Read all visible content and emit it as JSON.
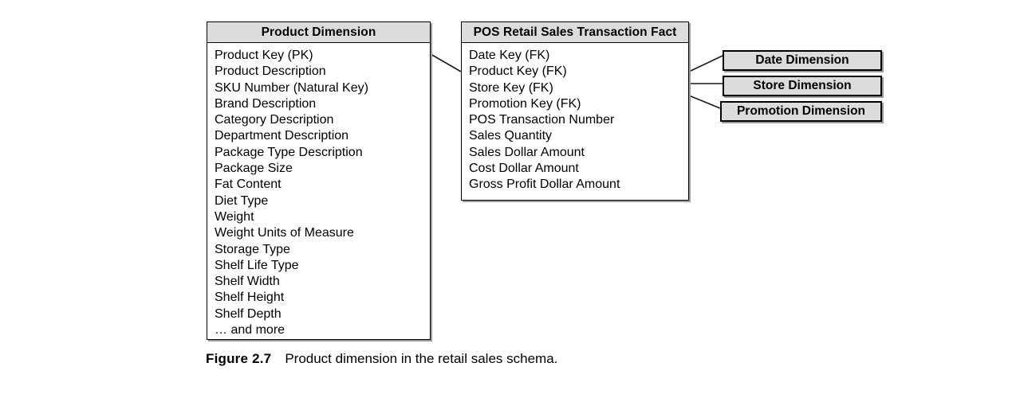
{
  "figure": {
    "label": "Figure 2.7",
    "caption": "Product dimension in the retail sales schema."
  },
  "colors": {
    "header_fill": "#dcdcdc",
    "box_fill": "#dcdcdc",
    "body_fill": "#ffffff",
    "border": "#000000",
    "shadow": "#9a9a9a",
    "background": "#ffffff"
  },
  "entities": {
    "product_dimension": {
      "title": "Product Dimension",
      "fields": [
        "Product Key (PK)",
        "Product Description",
        "SKU Number (Natural Key)",
        "Brand Description",
        "Category Description",
        "Department Description",
        "Package Type Description",
        "Package Size",
        "Fat Content",
        "Diet Type",
        "Weight",
        "Weight Units of Measure",
        "Storage Type",
        "Shelf Life Type",
        "Shelf Width",
        "Shelf Height",
        "Shelf Depth",
        "… and more"
      ]
    },
    "fact_table": {
      "title": "POS Retail Sales Transaction Fact",
      "fields": [
        "Date Key (FK)",
        "Product Key (FK)",
        "Store Key (FK)",
        "Promotion Key (FK)",
        "POS Transaction Number",
        "Sales Quantity",
        "Sales Dollar Amount",
        "Cost Dollar Amount",
        "Gross Profit Dollar Amount"
      ]
    }
  },
  "dimension_boxes": [
    {
      "title": "Date Dimension"
    },
    {
      "title": "Store Dimension"
    },
    {
      "title": "Promotion Dimension"
    }
  ]
}
